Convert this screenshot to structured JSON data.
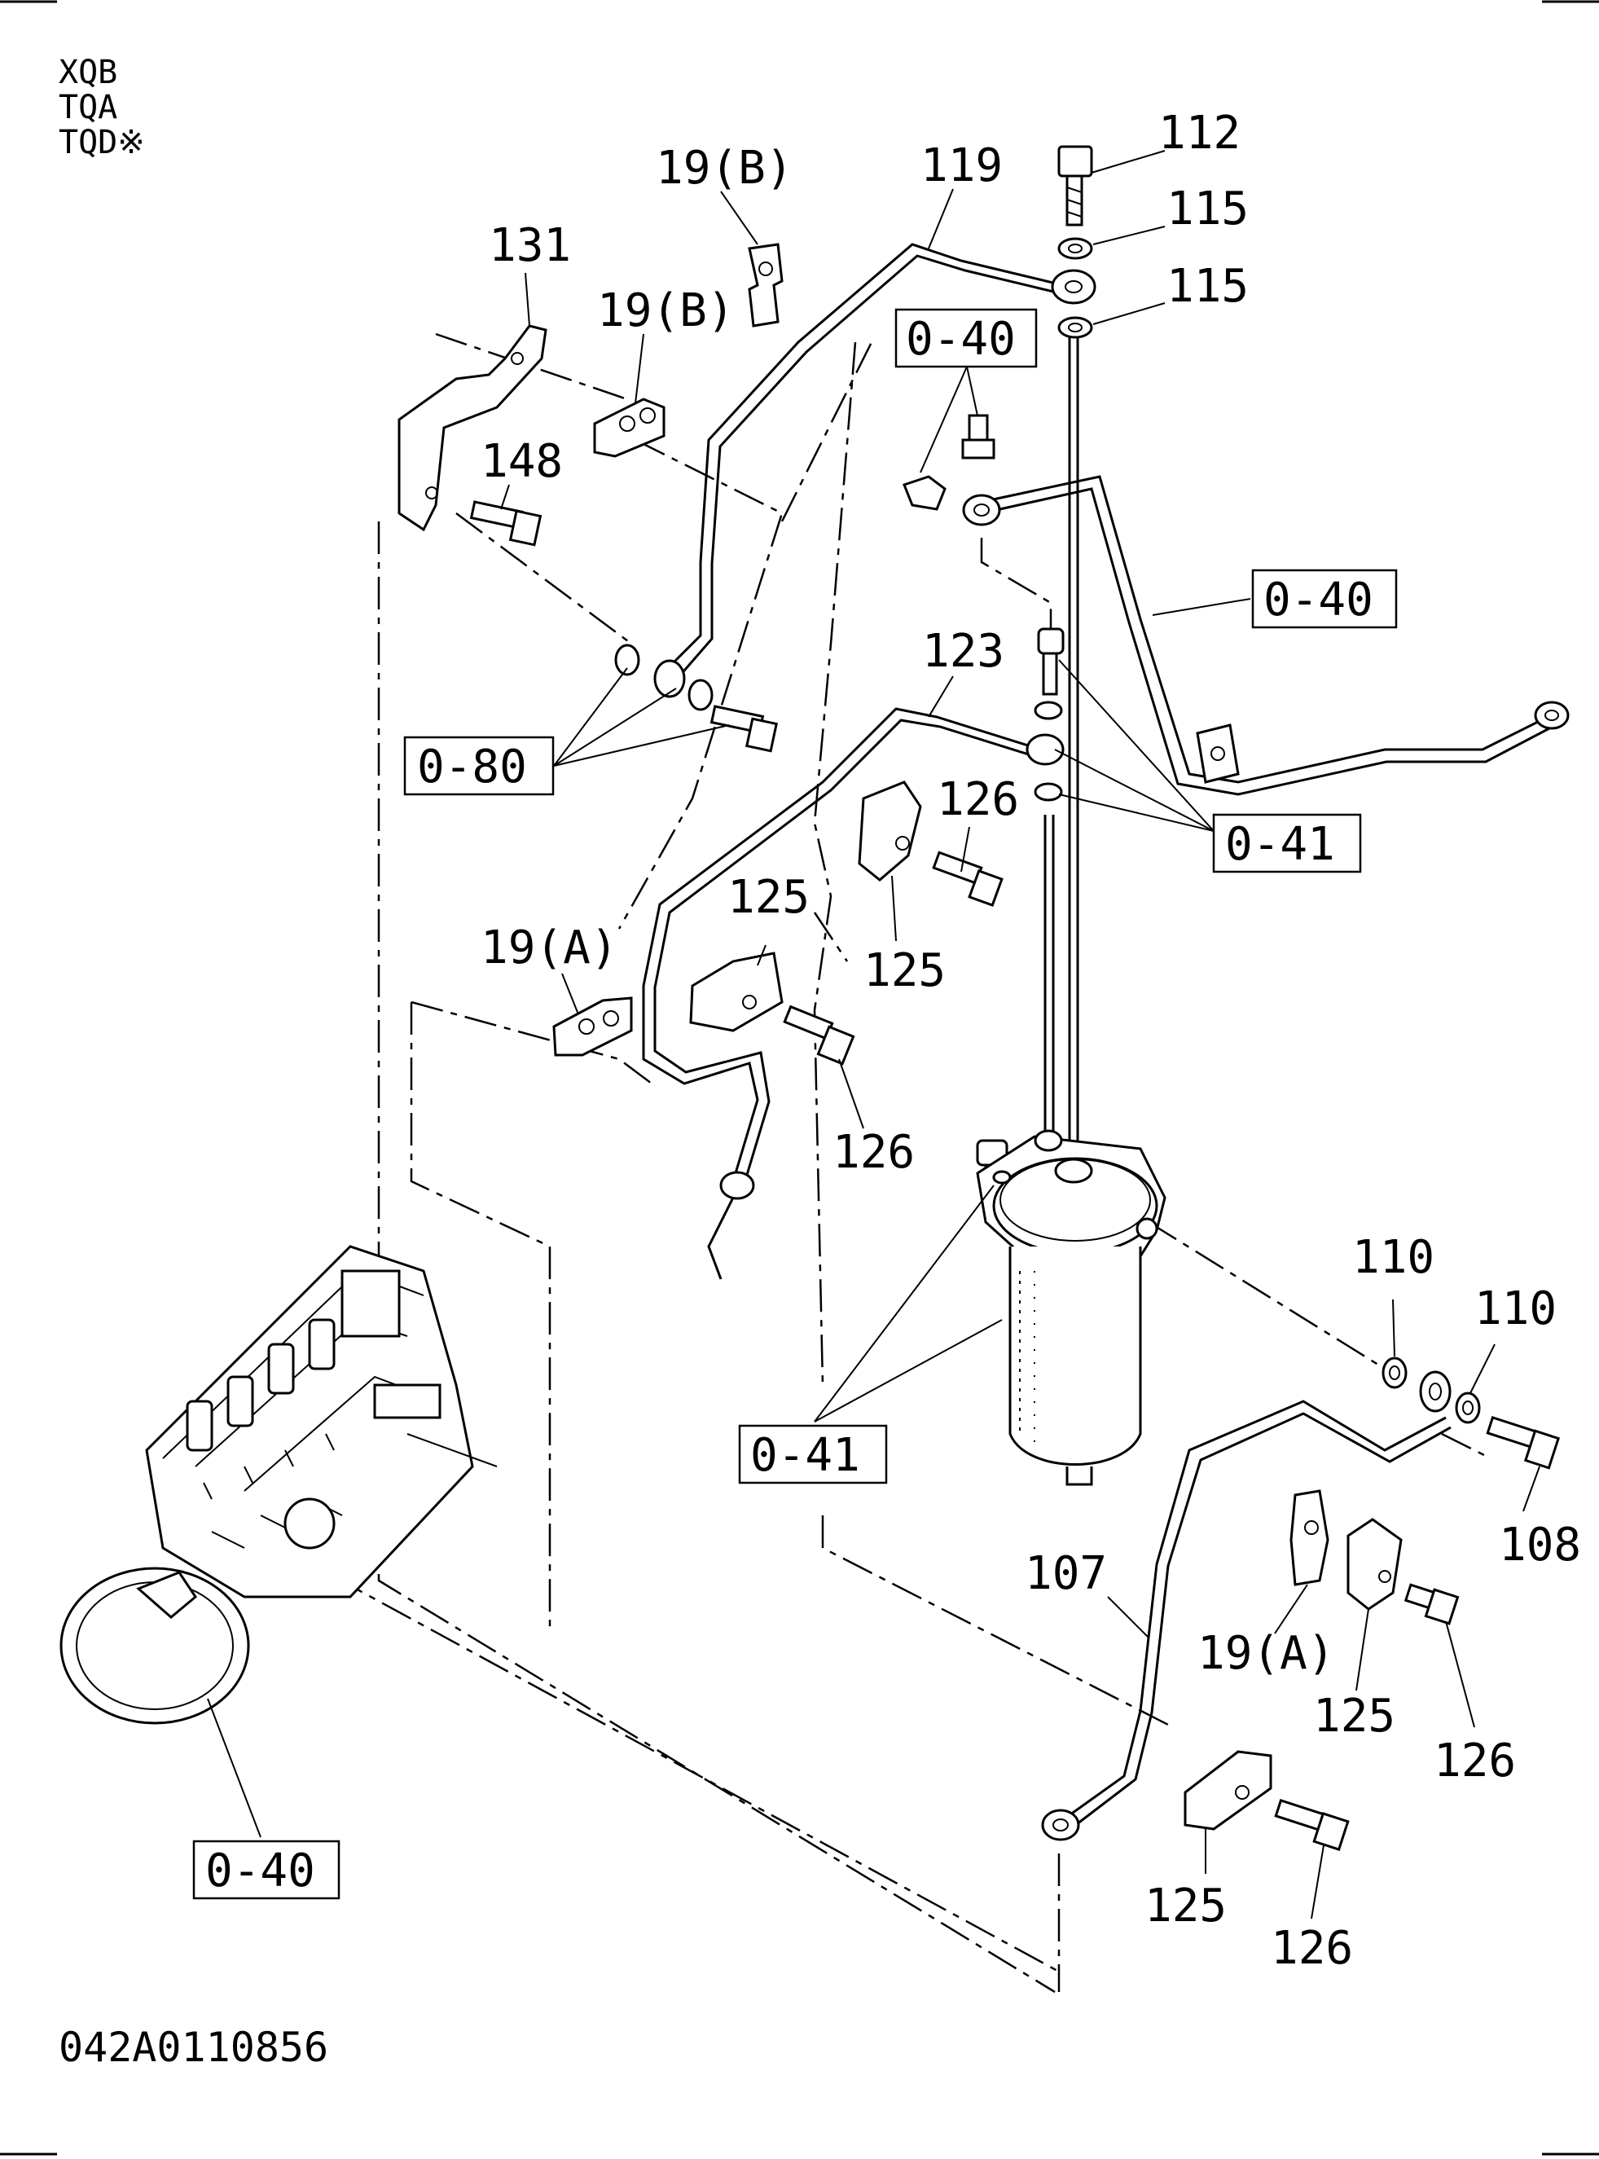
{
  "header": {
    "models": [
      "XQB",
      "TQA",
      "TQD※"
    ]
  },
  "footer": {
    "drawing_number": "042A0110856"
  },
  "callouts": {
    "p112": "112",
    "p115a": "115",
    "p115b": "115",
    "p119": "119",
    "p19b_top": "19(B)",
    "p19b_mid": "19(B)",
    "p131": "131",
    "p148": "148",
    "p123": "123",
    "p126_top": "126",
    "p125_top": "125",
    "p125_mid": "125",
    "p19a_left": "19(A)",
    "p126_mid": "126",
    "p110a": "110",
    "p110b": "110",
    "p108": "108",
    "p107": "107",
    "p19a_right": "19(A)",
    "p125_right": "125",
    "p126_right": "126",
    "p125_bottom": "125",
    "p126_bottom": "126"
  },
  "references": {
    "r040_top": "0-40",
    "r040_right": "0-40",
    "r080": "0-80",
    "r041_right": "0-41",
    "r041_mid": "0-41",
    "r040_bottom": "0-40"
  }
}
